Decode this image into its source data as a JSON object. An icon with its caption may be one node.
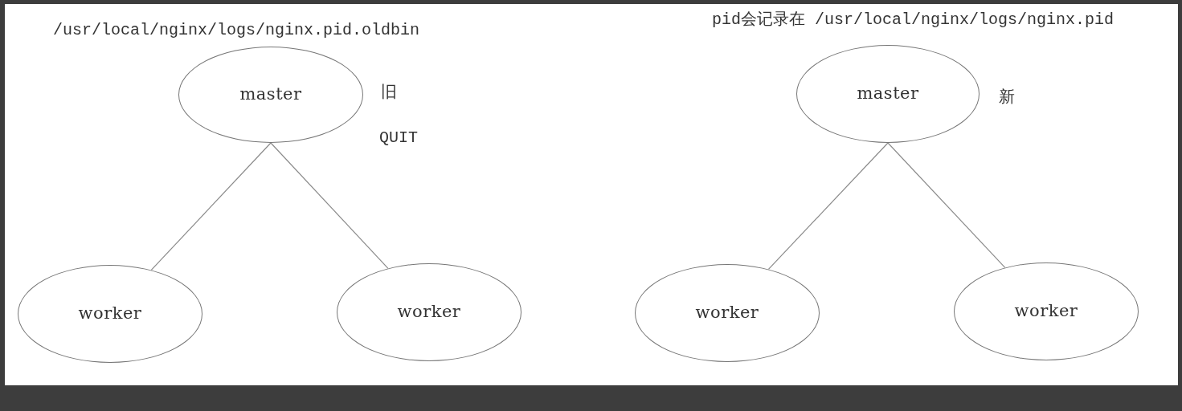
{
  "diagram": {
    "nodes": [
      {
        "text": [
          "master"
        ]
      },
      {
        "text": [
          "worker"
        ]
      },
      {
        "text": [
          "worker"
        ]
      },
      {
        "text": [
          "master"
        ]
      },
      {
        "text": [
          "worker"
        ]
      },
      {
        "text": [
          "worker"
        ]
      }
    ],
    "edges": [
      {
        "from": 0,
        "to": 1,
        "arrow": "none"
      },
      {
        "from": 0,
        "to": 2,
        "arrow": "none"
      },
      {
        "from": 3,
        "to": 4,
        "arrow": "none"
      },
      {
        "from": 3,
        "to": 5,
        "arrow": "none"
      }
    ],
    "labels": [
      "/usr/local/nginx/logs/nginx.pid.oldbin",
      "旧",
      "QUIT",
      "pid会记录在 /usr/local/nginx/logs/nginx.pid",
      "新"
    ]
  }
}
